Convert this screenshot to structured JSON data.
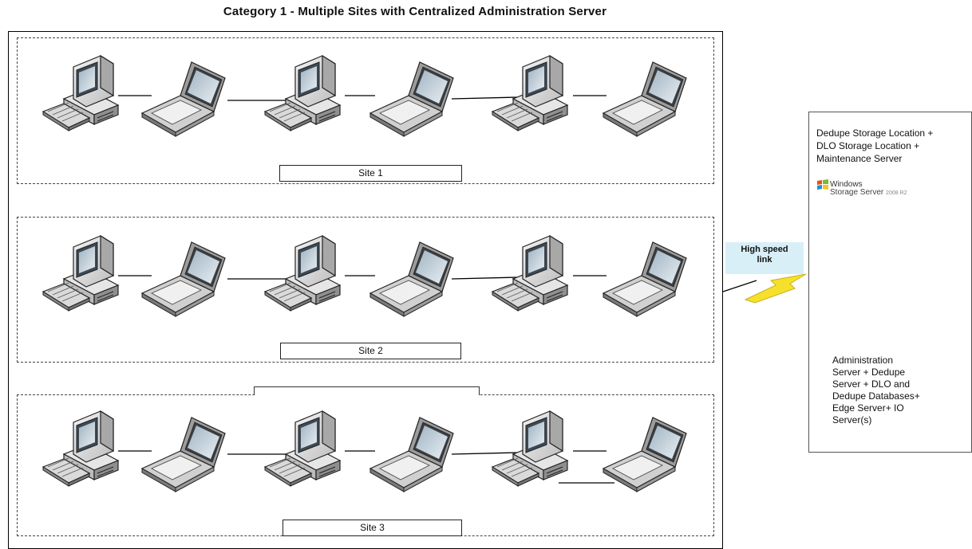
{
  "diagram": {
    "title": "Category 1 - Multiple Sites with Centralized Administration Server",
    "sites": [
      {
        "label": "Site 1"
      },
      {
        "label": "Site 2"
      },
      {
        "label": "Site 3"
      }
    ],
    "link": {
      "label_line1": "High speed",
      "label_line2": "link"
    },
    "storage_server": {
      "line1": "Dedupe Storage Location +",
      "line2": "DLO Storage Location +",
      "line3": "Maintenance Server",
      "logo_line1": "Windows",
      "logo_line2": "Storage Server",
      "logo_version": "2008 R2"
    },
    "admin_server": {
      "lines": [
        "Administration",
        "Server + Dedupe",
        "Server + DLO and",
        "Dedupe Databases+",
        "Edge Server+ IO",
        "Server(s)"
      ]
    }
  }
}
